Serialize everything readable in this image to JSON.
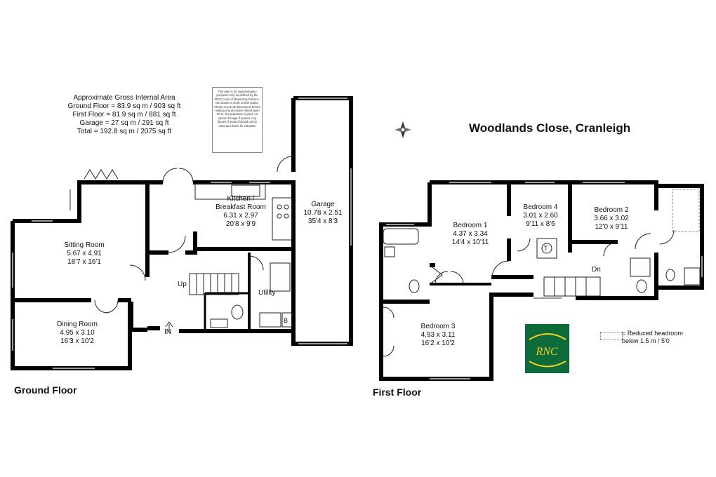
{
  "title": "Woodlands Close, Cranleigh",
  "areas": {
    "heading": "Approximate Gross Internal Area",
    "ground": "Ground Floor = 83.9 sq m / 903 sq ft",
    "first": "First Floor = 81.9 sq m / 881 sq ft",
    "garage": "Garage = 27 sq m / 291 sq ft",
    "total": "Total = 192.8 sq m / 2075 sq ft"
  },
  "disclaimer": "This plan is for representation purposes only as defined by the RICS Code of Measuring Practice. Not drawn to scale unless stated. Please check all dimensions before making any decisions reliant upon them. No guarantee is given on square footage if quoted. Any figures if quoted should not be used as a basis for valuation",
  "floors": {
    "ground": "Ground Floor",
    "first": "First Floor"
  },
  "rooms": {
    "kitchen": {
      "name1": "Kitchen /",
      "name2": "Breakfast Room",
      "metric": "6.31 x 2.97",
      "imperial": "20'8 x 9'9"
    },
    "garage": {
      "name": "Garage",
      "metric": "10.78 x 2.51",
      "imperial": "35'4 x 8'3"
    },
    "sitting": {
      "name": "Sitting Room",
      "metric": "5.67 x 4.91",
      "imperial": "18'7 x 16'1"
    },
    "dining": {
      "name": "Dining Room",
      "metric": "4.95 x 3.10",
      "imperial": "16'3 x 10'2"
    },
    "bed1": {
      "name": "Bedroom 1",
      "metric": "4.37 x 3.34",
      "imperial": "14'4 x 10'11"
    },
    "bed4": {
      "name": "Bedroom 4",
      "metric": "3.01 x 2.60",
      "imperial": "9'11 x 8'6"
    },
    "bed2": {
      "name": "Bedroom 2",
      "metric": "3.66 x 3.02",
      "imperial": "12'0 x 9'11"
    },
    "bed3": {
      "name": "Bedroom 3",
      "metric": "4.93 x 3.11",
      "imperial": "16'2 x 10'2"
    }
  },
  "small_labels": {
    "up": "Up",
    "utility": "Utility",
    "in": "IN",
    "boiler": "B",
    "tank": "T",
    "down": "Dn"
  },
  "legend": {
    "line1": "= Reduced headroom",
    "line2": "below 1.5 m / 5'0"
  },
  "logo": {
    "text": "RNC",
    "bg": "#0d6b3a",
    "accent": "#f2d21b"
  },
  "colors": {
    "wall": "#000000",
    "window": "#9a9a9a"
  }
}
